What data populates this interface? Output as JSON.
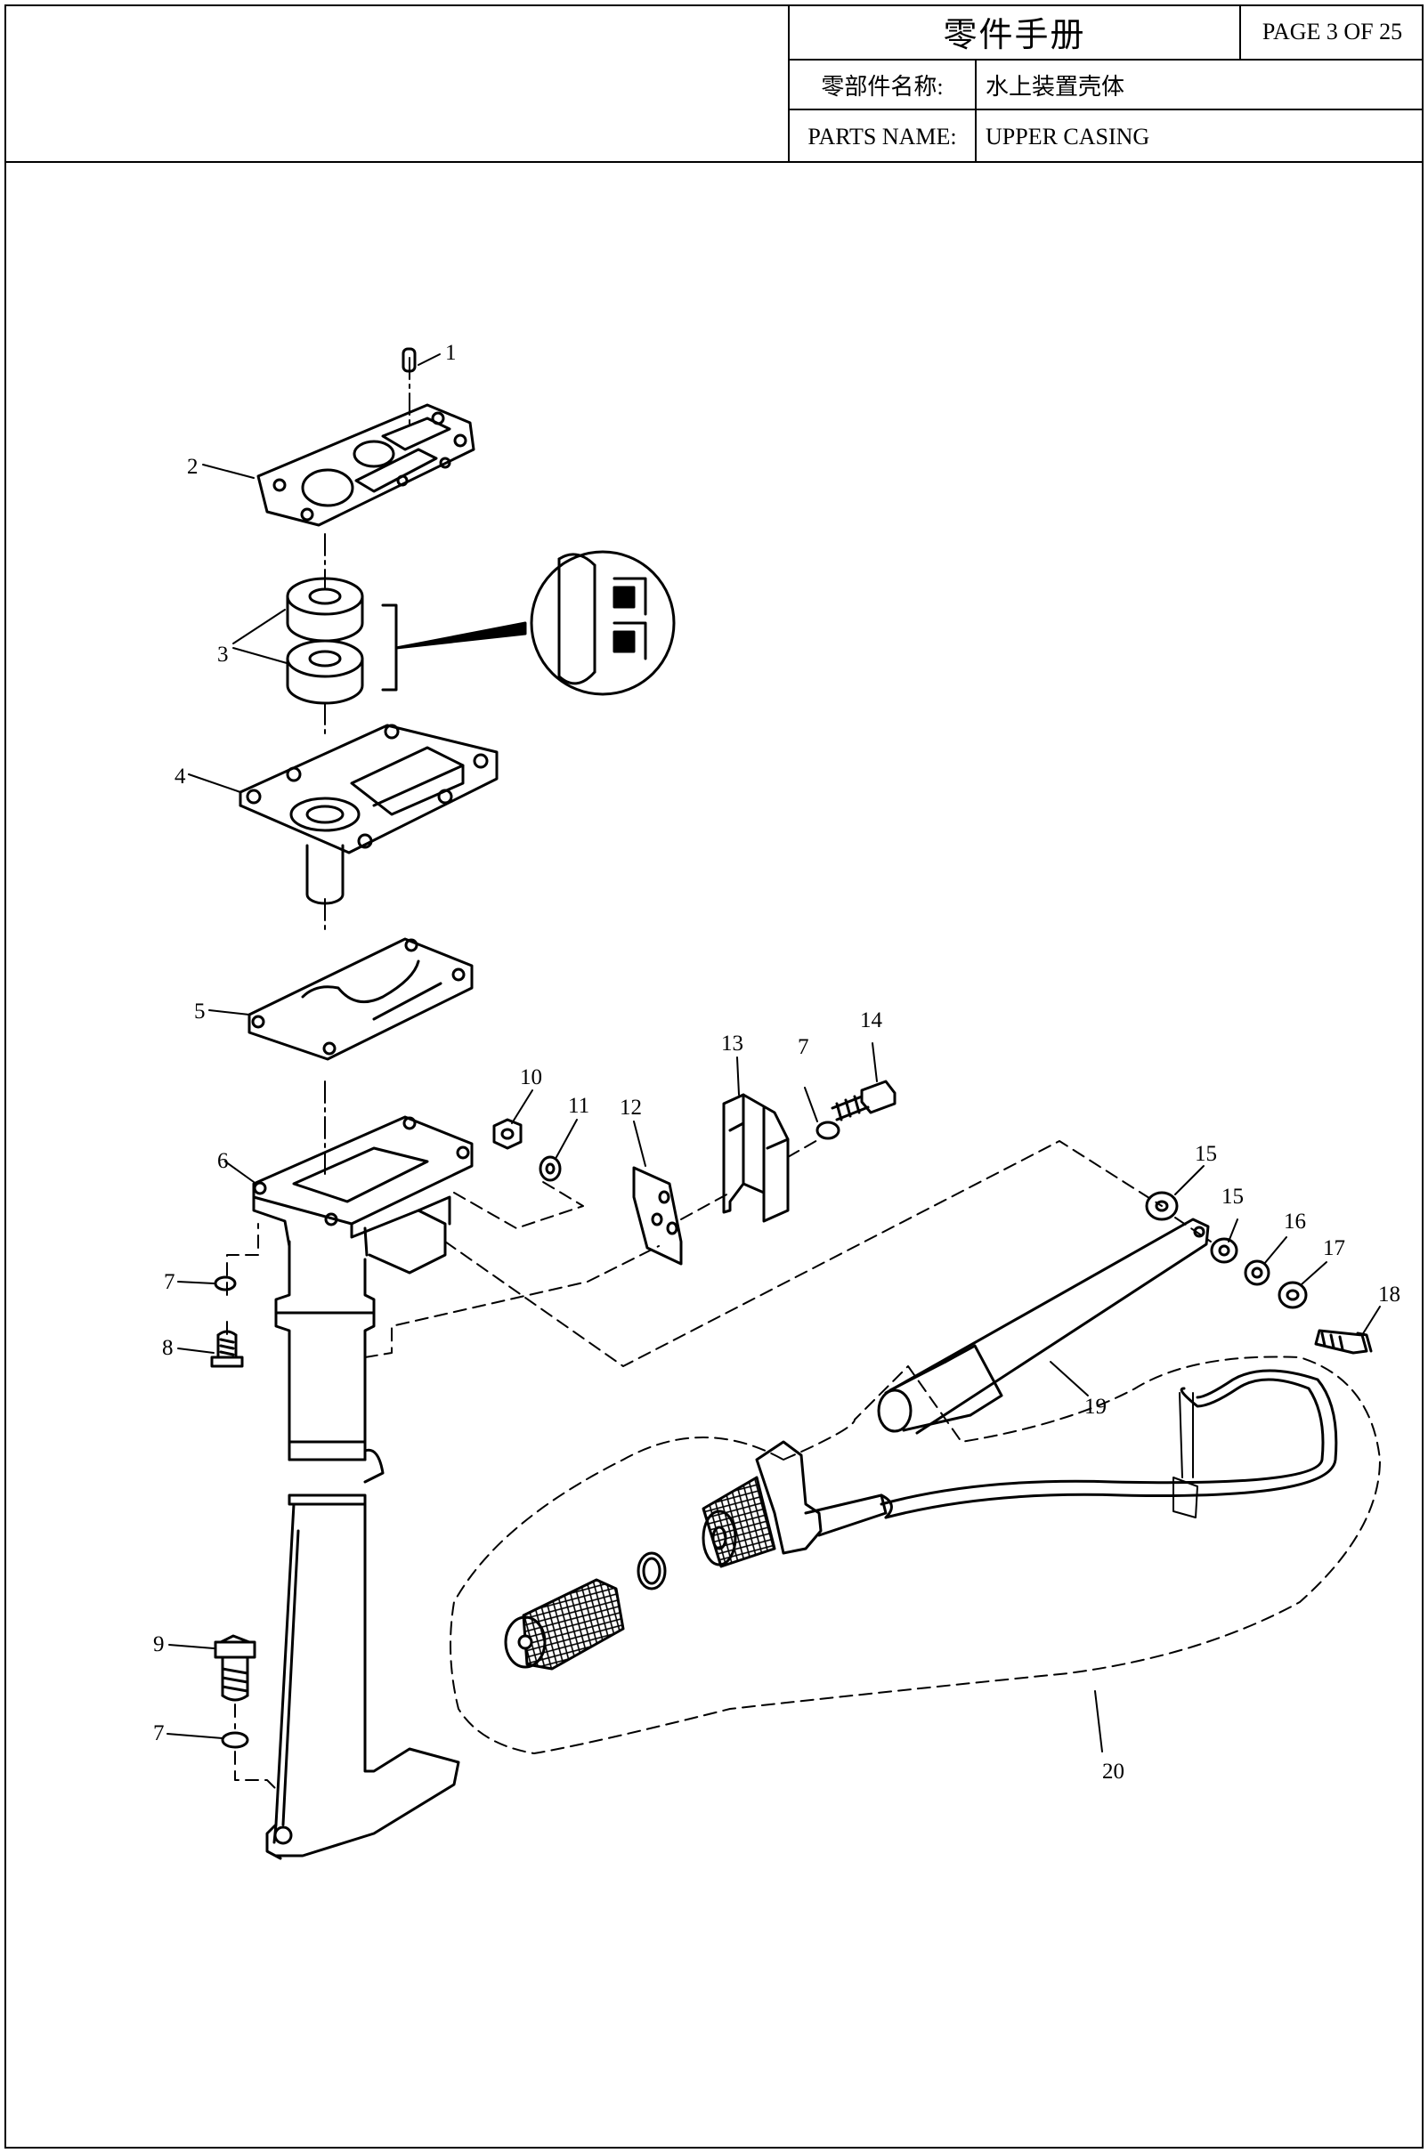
{
  "header": {
    "title": "零件手册",
    "page": "PAGE 3 OF 25",
    "label_cn": "零部件名称:",
    "value_cn": "水上装置壳体",
    "label_en": "PARTS NAME:",
    "value_en": "UPPER CASING"
  },
  "callouts": [
    "1",
    "2",
    "3",
    "4",
    "5",
    "6",
    "7",
    "7",
    "7",
    "8",
    "9",
    "10",
    "11",
    "12",
    "13",
    "14",
    "15",
    "15",
    "16",
    "17",
    "18",
    "19",
    "20"
  ],
  "colors": {
    "ink": "#000000",
    "paper": "#ffffff"
  }
}
